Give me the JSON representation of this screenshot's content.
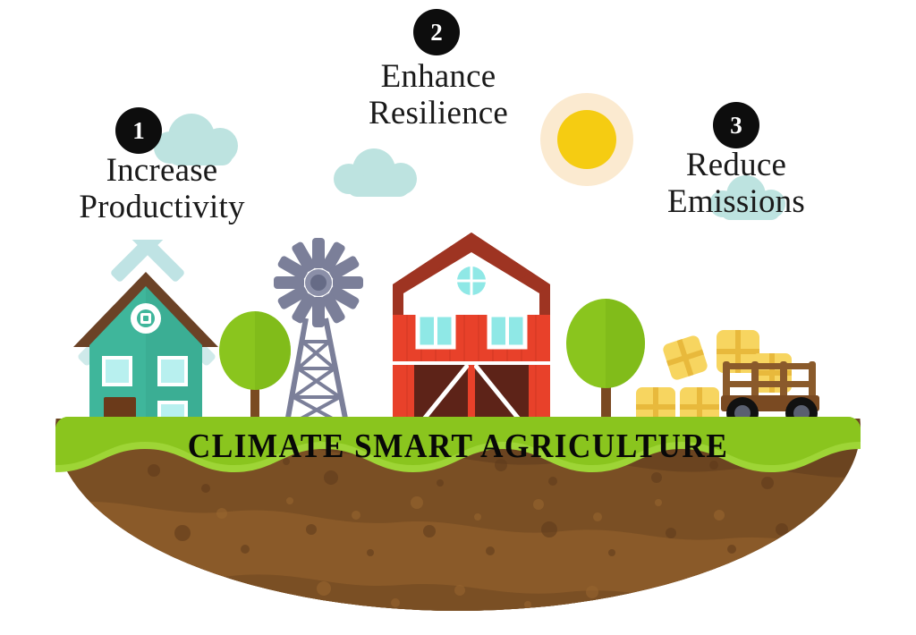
{
  "banner": {
    "title": "CLIMATE SMART AGRICULTURE"
  },
  "callouts": [
    {
      "number": "1",
      "line1": "Increase",
      "line2": "Productivity",
      "badge_name": "badge-number-1"
    },
    {
      "number": "2",
      "line1": "Enhance",
      "line2": "Resilience",
      "badge_name": "badge-number-2"
    },
    {
      "number": "3",
      "line1": "Reduce",
      "line2": "Emissions",
      "badge_name": "badge-number-3"
    }
  ],
  "scene": {
    "elements": [
      {
        "name": "windmill-house-icon",
        "label": "Windmill house"
      },
      {
        "name": "tree-left-icon",
        "label": "Tree"
      },
      {
        "name": "windpump-tower-icon",
        "label": "Windpump tower"
      },
      {
        "name": "red-barn-icon",
        "label": "Red barn"
      },
      {
        "name": "tree-right-icon",
        "label": "Tree"
      },
      {
        "name": "hay-bale-icon",
        "label": "Hay bale"
      },
      {
        "name": "hay-wagon-icon",
        "label": "Hay wagon"
      },
      {
        "name": "sun-icon",
        "label": "Sun"
      },
      {
        "name": "cloud-icon",
        "label": "Cloud"
      },
      {
        "name": "soil-mound",
        "label": "Soil mound"
      },
      {
        "name": "grass-band",
        "label": "Grass band"
      }
    ]
  },
  "colors": {
    "background": "#ffffff",
    "badge": "#0d0d0d",
    "badge_text": "#ffffff",
    "text": "#1a1a1a",
    "grass": "#8ac51e",
    "grass_light": "#9ed536",
    "soil_dark": "#6b4420",
    "soil_mid": "#7a4f24",
    "soil_light": "#8a5a29",
    "barn_red": "#e8412a",
    "barn_roof": "#9e3422",
    "barn_door": "#5d2318",
    "house_teal": "#3fb69b",
    "house_roof": "#6b4226",
    "blade_blue": "#bfe3e4",
    "tower_gray": "#7b7f99",
    "tree_green": "#8ac51e",
    "tree_green_dark": "#7ab518",
    "trunk": "#7a4a22",
    "sun": "#f5cc12",
    "sun_halo": "#fbead0",
    "cloud": "#bde3e0",
    "hay": "#f7d560",
    "hay_band": "#e8b93c",
    "wagon": "#8a5a2b",
    "wheel": "#111111",
    "wheel_hub": "#5a6070",
    "window_cyan": "#8fe8e6"
  }
}
